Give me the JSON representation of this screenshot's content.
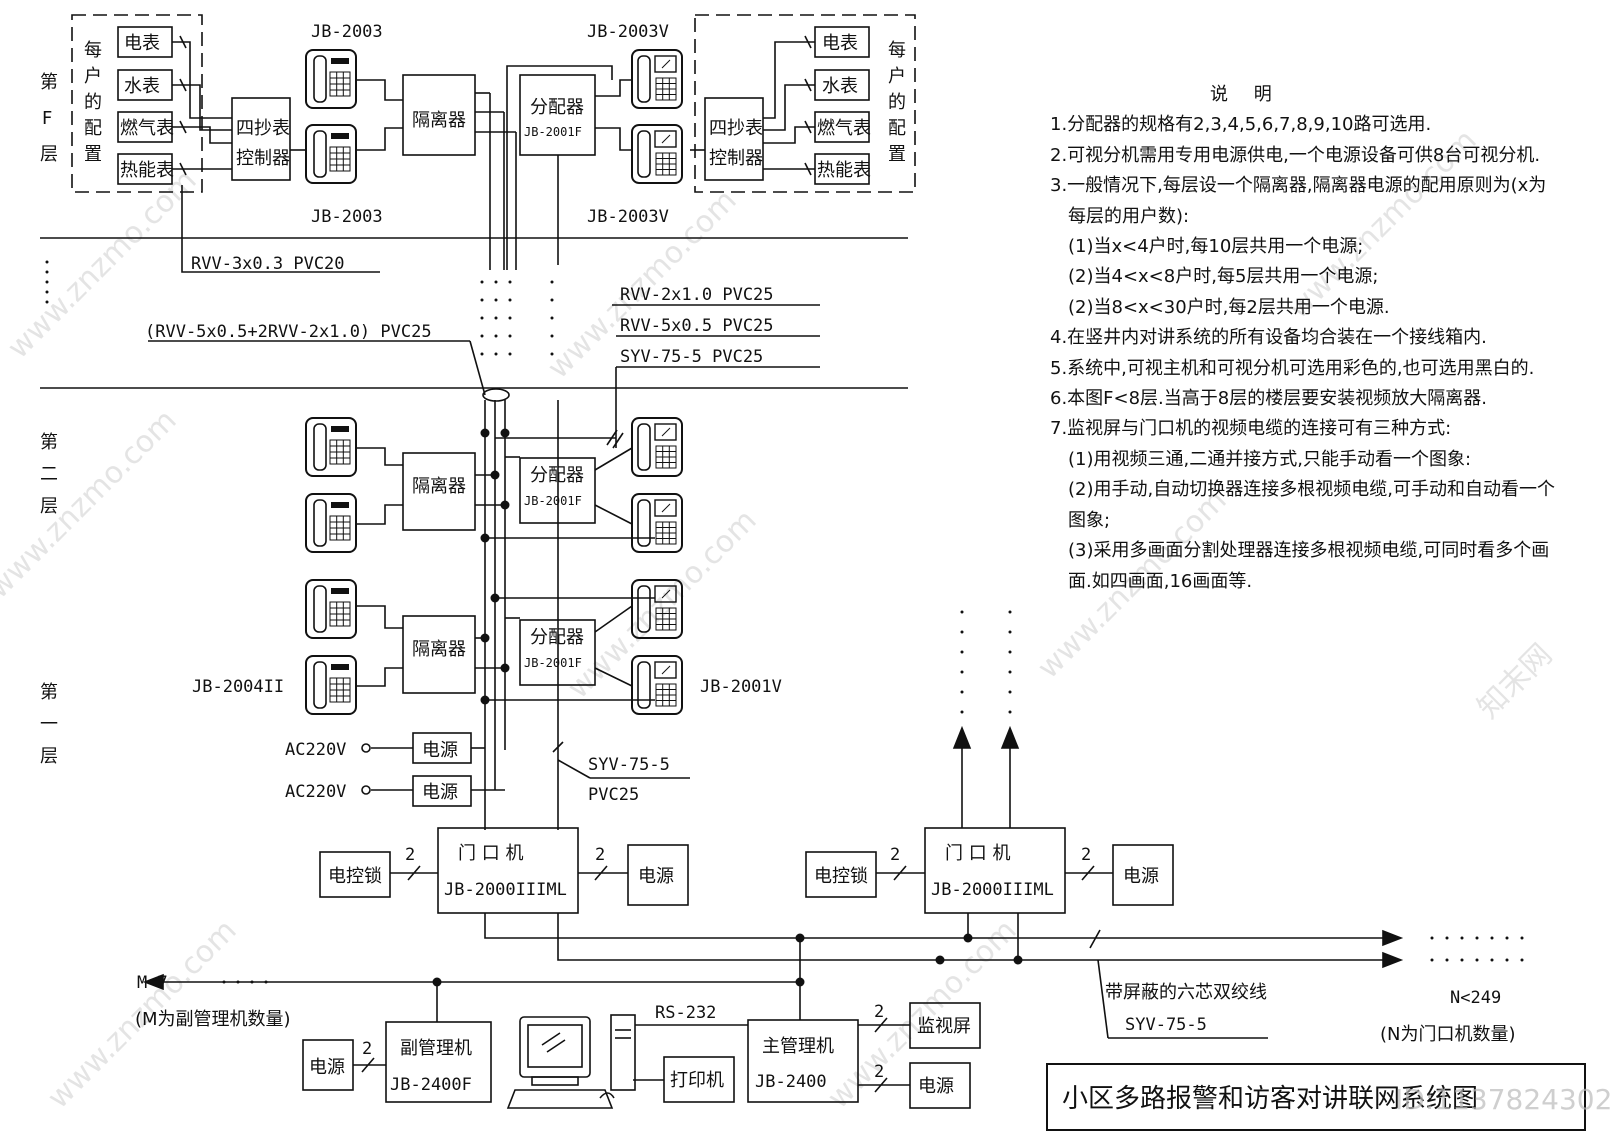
{
  "floors": {
    "top": "第\nF\n层",
    "second": "第\n二\n层",
    "first": "第\n一\n层",
    "household_left": "每\n户\n的\n配\n置",
    "household_right": "每\n户\n的\n配\n置"
  },
  "meters": {
    "electric": "电表",
    "water": "水表",
    "gas": "燃气表",
    "heat": "热能表",
    "controller_line1": "四抄表",
    "controller_line2": "控制器"
  },
  "devices": {
    "isolator": "隔离器",
    "distributor": "分配器",
    "distributor_model": "JB-2001F",
    "power": "电源",
    "door_unit_title": "门  口  机",
    "door_unit_model": "JB-2000IIIML",
    "electric_lock": "电控锁",
    "monitor": "监视屏",
    "printer": "打印机",
    "main_manager": "主管理机",
    "main_manager_model": "JB-2400",
    "sub_manager": "副管理机",
    "sub_manager_model": "JB-2400F"
  },
  "labels": {
    "jb2003_top": "JB-2003",
    "jb2003_bottom": "JB-2003",
    "jb2003v_top": "JB-2003V",
    "jb2003v_bottom": "JB-2003V",
    "jb2004": "JB-2004II",
    "jb2001v": "JB-2001V",
    "ac1": "AC220V",
    "ac2": "AC220V",
    "cable_rvv3": "RVV-3x0.3 PVC20",
    "cable_rvv5": "(RVV-5x0.5+2RVV-2x1.0) PVC25",
    "cable_rvv2": "RVV-2x1.0 PVC25",
    "cable_rvv5b": "RVV-5x0.5 PVC25",
    "cable_syv": "SYV-75-5 PVC25",
    "syv_a": "SYV-75-5",
    "syv_b": "PVC25",
    "rs232": "RS-232",
    "shielded": "带屏蔽的六芯双绞线",
    "syv_c": "SYV-75-5",
    "m_limit": "M<7",
    "m_note": "(M为副管理机数量)",
    "n_limit": "N<249",
    "n_note": "(N为门口机数量)",
    "wire2": "2"
  },
  "notes": {
    "title": "说 明",
    "n1": "1.分配器的规格有2,3,4,5,6,7,8,9,10路可选用.",
    "n2": "2.可视分机需用专用电源供电,一个电源设备可供8台可视分机.",
    "n3a": "3.一般情况下,每层设一个隔离器,隔离器电源的配用原则为(x为",
    "n3b": "每层的用户数):",
    "n3c": "(1)当x<4户时,每10层共用一个电源;",
    "n3d": "(2)当4<x<8户时,每5层共用一个电源;",
    "n3e": "(2)当8<x<30户时,每2层共用一个电源.",
    "n4": "4.在竖井内对讲系统的所有设备均合装在一个接线箱内.",
    "n5": "5.系统中,可视主机和可视分机可选用彩色的,也可选用黑白的.",
    "n6": "6.本图F<8层.当高于8层的楼层要安装视频放大隔离器.",
    "n7": "7.监视屏与门口机的视频电缆的连接可有三种方式:",
    "n7a": "(1)用视频三通,二通并接方式,只能手动看一个图象:",
    "n7b": "(2)用手动,自动切换器连接多根视频电缆,可手动和自动看一个图象;",
    "n7c": "(3)采用多画面分割处理器连接多根视频电缆,可同时看多个画面.如四画面,16画面等."
  },
  "title_block": "小区多路报警和访客对讲联网系统图",
  "watermarks": {
    "site": "www.znzmo.com",
    "brand": "知末网",
    "id": "ID:1137824302"
  }
}
